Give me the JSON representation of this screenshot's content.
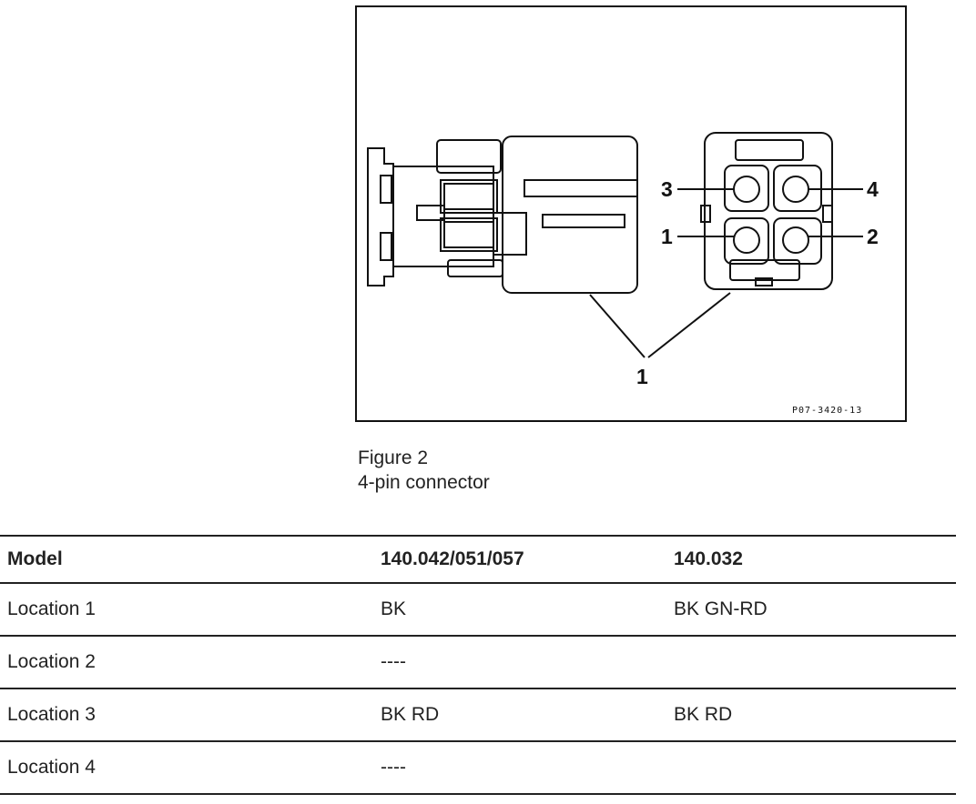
{
  "figure": {
    "pin_labels": [
      "3",
      "4",
      "1",
      "2"
    ],
    "callout_label": "1",
    "figure_code": "P07-3420-13"
  },
  "caption": {
    "line1": "Figure 2",
    "line2": "4-pin connector"
  },
  "table": {
    "headers": [
      "Model",
      "140.042/051/057",
      "140.032"
    ],
    "rows": [
      [
        "Location 1",
        "BK",
        "BK GN-RD"
      ],
      [
        "Location 2",
        "----",
        ""
      ],
      [
        "Location 3",
        "BK RD",
        "BK RD"
      ],
      [
        "Location 4",
        "----",
        ""
      ]
    ]
  }
}
